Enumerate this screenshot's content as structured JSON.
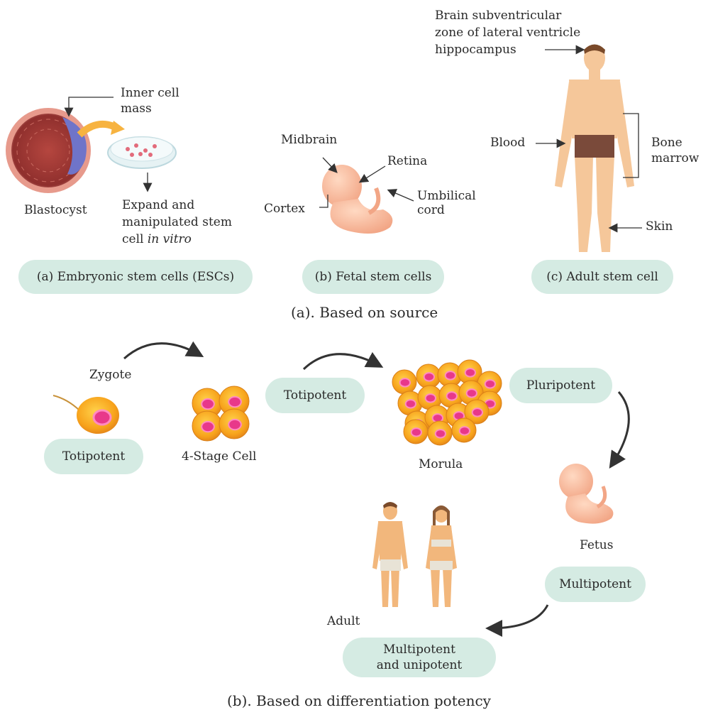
{
  "section_a": {
    "caption": "(a). Based on source",
    "esc": {
      "inner_cell_line1": "Inner cell",
      "inner_cell_line2": "mass",
      "blastocyst": "Blastocyst",
      "expand_line1": "Expand and",
      "expand_line2": "manipulated stem",
      "expand_line3_a": "cell ",
      "expand_line3_b": "in vitro",
      "pill": "(a) Embryonic stem cells (ESCs)"
    },
    "fetal": {
      "midbrain": "Midbrain",
      "retina": "Retina",
      "cortex": "Cortex",
      "umbilical_line1": "Umbilical",
      "umbilical_line2": "cord",
      "pill": "(b) Fetal stem cells"
    },
    "adult": {
      "brain_line1": "Brain subventricular",
      "brain_line2": "zone of lateral ventricle",
      "brain_line3": "hippocampus",
      "blood": "Blood",
      "bone_line1": "Bone",
      "bone_line2": "marrow",
      "skin": "Skin",
      "pill": "(c) Adult stem cell"
    }
  },
  "section_b": {
    "caption": "(b). Based on differentiation potency",
    "zygote": "Zygote",
    "totipotent_zygote": "Totipotent",
    "four_stage": "4-Stage Cell",
    "totipotent_four": "Totipotent",
    "morula": "Morula",
    "pluripotent": "Pluripotent",
    "fetus": "Fetus",
    "multipotent": "Multipotent",
    "adult": "Adult",
    "adult_pill_line1": "Multipotent",
    "adult_pill_line2": "and unipotent"
  },
  "colors": {
    "pill_bg": "#d5ebe3",
    "cell_orange": "#f7a21b",
    "nucleus_pink": "#e8388a",
    "skin": "#f5c79a",
    "arrow": "#333333"
  }
}
